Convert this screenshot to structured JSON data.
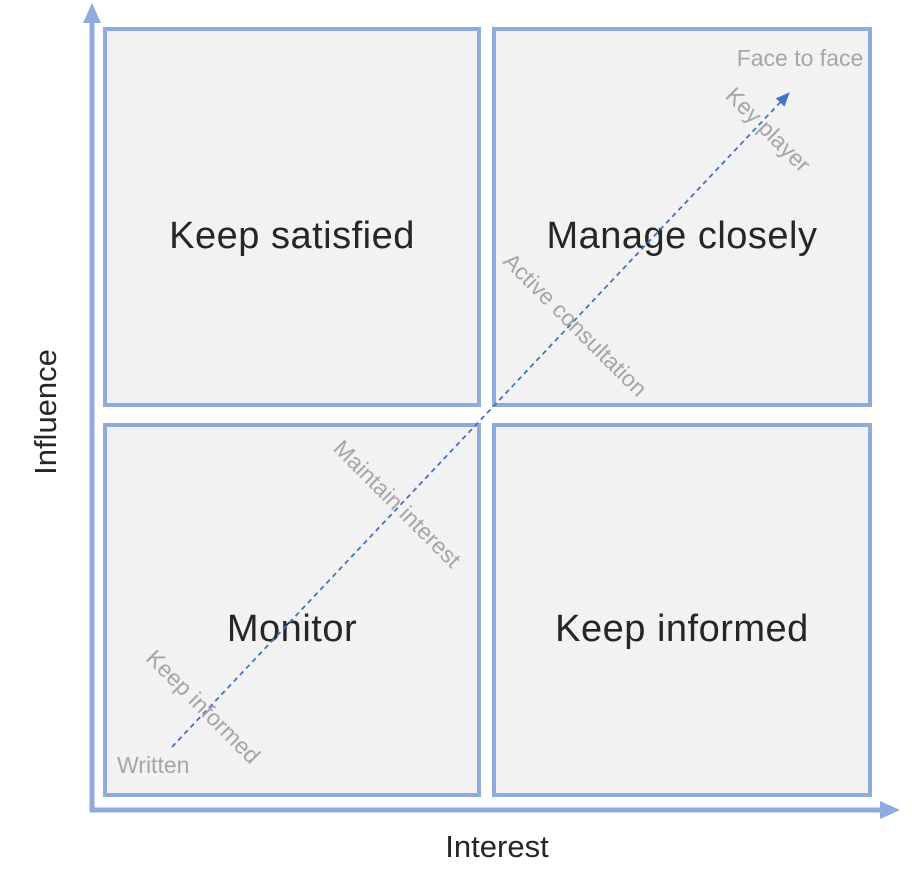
{
  "colors": {
    "box_border": "#8FAADC",
    "box_fill": "#F2F2F2",
    "axis": "#8FAADC",
    "arrow": "#4472C4",
    "muted_text": "#A6A6A6",
    "dark_text": "#262626",
    "background": "#FFFFFF"
  },
  "axes": {
    "y_label": "Influence",
    "x_label": "Interest"
  },
  "quadrants": [
    {
      "position": "top-left",
      "label": "Keep satisfied"
    },
    {
      "position": "top-right",
      "label": "Manage closely"
    },
    {
      "position": "bottom-left",
      "label": "Monitor"
    },
    {
      "position": "bottom-right",
      "label": "Keep informed"
    }
  ],
  "engagement_arrow": {
    "start_label": "Written",
    "end_label": "Face to face",
    "steps": [
      "Keep informed",
      "Maintain interest",
      "Active consultation",
      "Key player"
    ]
  }
}
